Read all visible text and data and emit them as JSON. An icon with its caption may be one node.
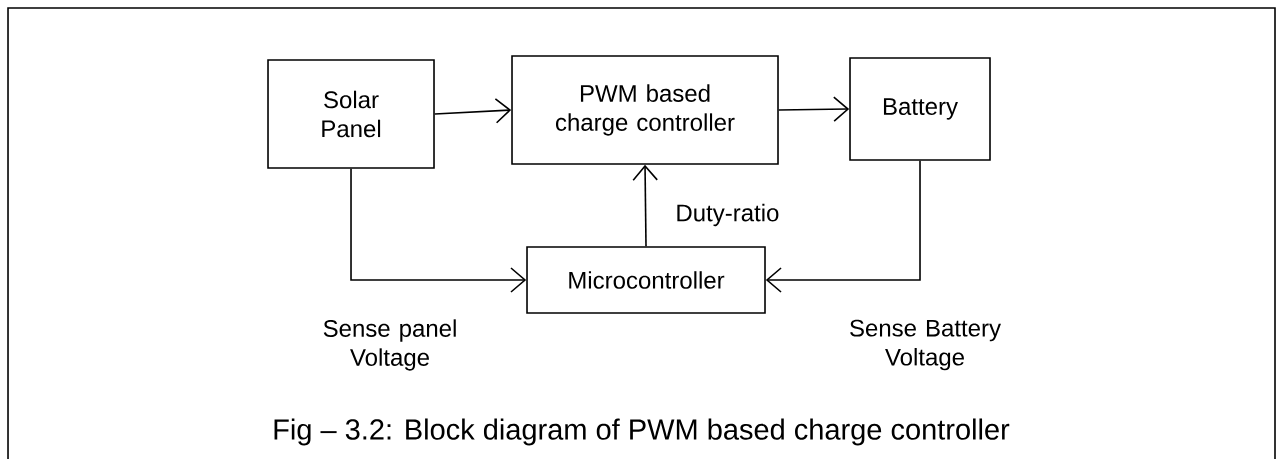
{
  "diagram": {
    "caption": "Fig – 3.2: Block diagram of PWM based charge controller",
    "nodes": [
      {
        "text": [
          "Solar Panel"
        ]
      },
      {
        "text": [
          "PWM based charge controller"
        ]
      },
      {
        "text": [
          "Battery"
        ]
      },
      {
        "text": [
          "Microcontroller"
        ]
      }
    ],
    "edges": [
      {
        "from": 0,
        "to": 1,
        "arrow": "to"
      },
      {
        "from": 1,
        "to": 2,
        "arrow": "to"
      },
      {
        "from": 3,
        "to": 1,
        "arrow": "to",
        "label": "Duty-ratio"
      },
      {
        "from": 0,
        "to": 3,
        "arrow": "to",
        "label": "Sense panel Voltage"
      },
      {
        "from": 2,
        "to": 3,
        "arrow": "to",
        "label": "Sense Battery Voltage"
      }
    ]
  }
}
